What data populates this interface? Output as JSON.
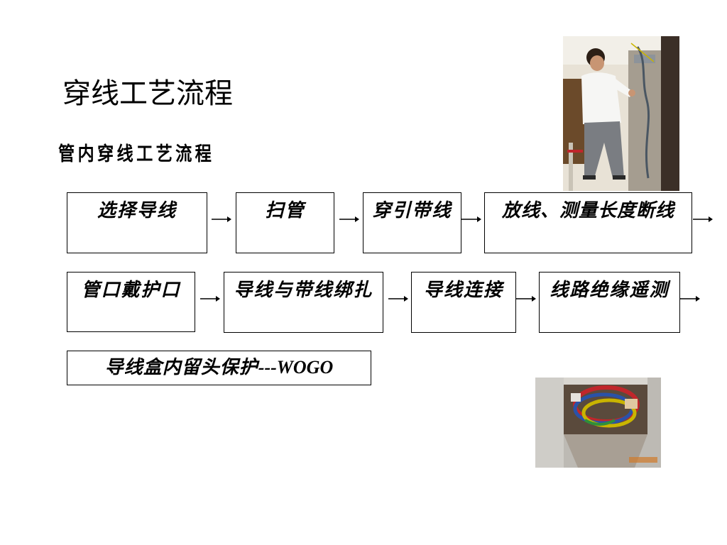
{
  "title": "穿线工艺流程",
  "subtitle": "管内穿线工艺流程",
  "row1": {
    "step1": "选择导线",
    "step2": "扫管",
    "step3": "穿引带线",
    "step4": "放线、测量长度断线"
  },
  "row2": {
    "step1": "管口戴护口",
    "step2": "导线与带线绑扎",
    "step3": "导线连接",
    "step4": "线路绝缘遥测"
  },
  "row3": {
    "step1_cn": "导线盒内留头保护",
    "step1_latin": "---WOGO"
  },
  "colors": {
    "wire_yellow": "#c9b400",
    "wire_red": "#c0262b",
    "wire_blue": "#2a52a8",
    "wire_green": "#2f8f3a",
    "wall_grey": "#8f8d88"
  }
}
